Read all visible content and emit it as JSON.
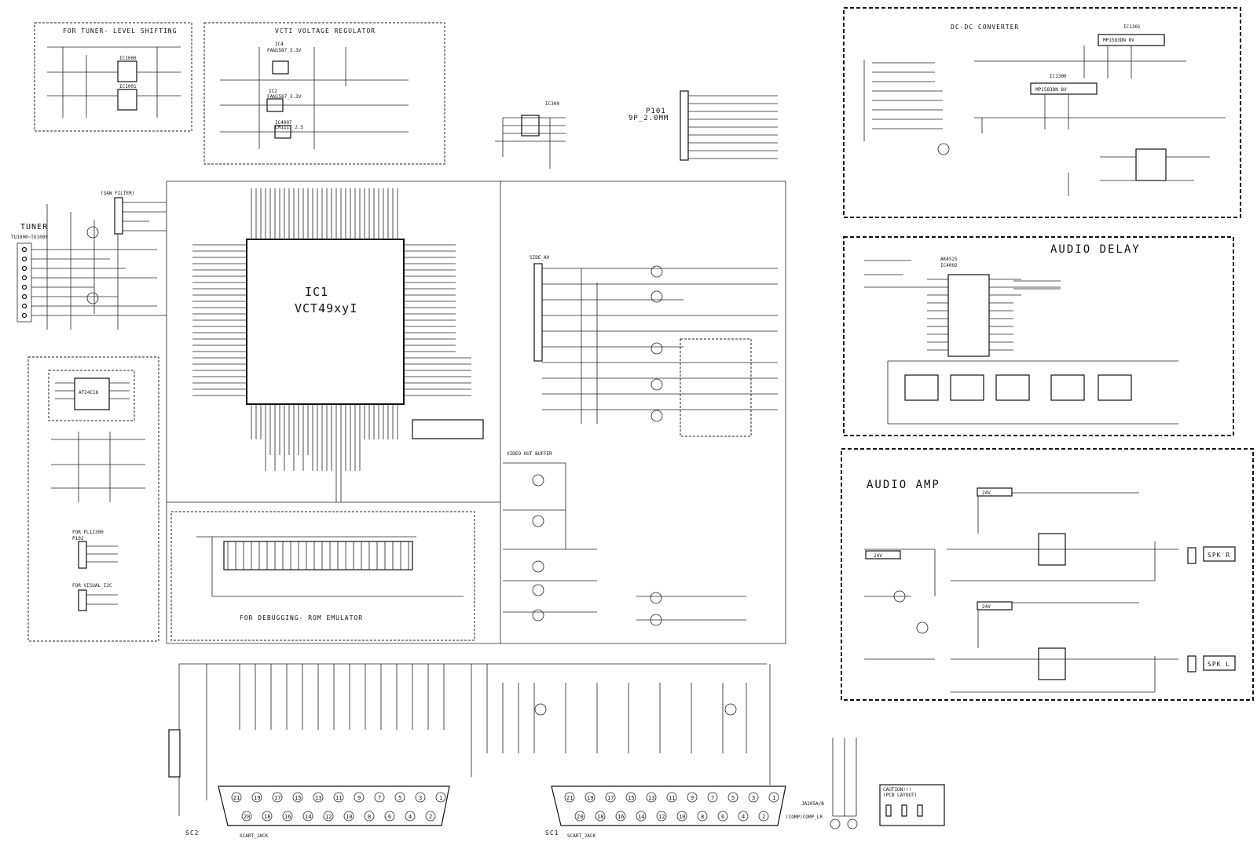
{
  "blocks": {
    "tuner_level_shifting": "FOR TUNER- LEVEL SHIFTING",
    "vcti_regulator": "VCTI VOLTAGE REGULATOR",
    "dc_dc": "DC-DC CONVERTER",
    "audio_delay": "AUDIO DELAY",
    "audio_amp": "AUDIO AMP",
    "video_out_buffer": "VIDEO OUT BUFFER",
    "debugging": "FOR DEBUGGING- ROM EMULATOR",
    "saw_filter": "(SAW FILTER)",
    "side_av": "SIDE_AV"
  },
  "components": {
    "ic1_ref": "IC1",
    "ic1_part": "VCT49xyI",
    "tuner": "TUNER",
    "tuner_ref": "TU1000~TU1000",
    "ic1000": "IC1000",
    "ic1001": "IC1001",
    "ic4": "IC4",
    "ic4_part": "FAN1587_3.3V",
    "ic2": "IC2",
    "ic2_part": "FAN1587_3.3V",
    "ic4007": "IC4007",
    "ic4007_part": "LM1117_2.5",
    "ic300": "IC300",
    "p101": "P101",
    "p101_part": "9P_2.0MM",
    "ic1301": "IC1301",
    "ic1300": "IC1300",
    "ic1301_part": "MP1583DN 8V",
    "ic1300_part": "MP1583DN 8V",
    "ak4525": "AK4525",
    "ic4002": "IC4002",
    "at24c16": "AT24C16",
    "for_fl12300": "FOR FL12300",
    "p102": "P102",
    "for_visual_i2c": "FOR VISUAL_I2C",
    "spk_r": "SPK R",
    "spk_l": "SPK L",
    "v24_1": "24V",
    "v24_2": "24V",
    "v24_3": "24V",
    "sc2": "SC2",
    "sc1": "SC1",
    "scart_jack_1": "SCART_JACK",
    "scart_jack_2": "SCART_JACK",
    "ja205": "JA205A/B",
    "comp_lr": "(COMP)COMP_LR",
    "caution": "CAUTION!!!",
    "pcb_layout": "(PCB LAYOUT)"
  },
  "scart_pins_top": [
    "21",
    "19",
    "17",
    "15",
    "13",
    "11",
    "9",
    "7",
    "5",
    "3",
    "1"
  ],
  "scart_pins_bottom": [
    "20",
    "18",
    "16",
    "14",
    "12",
    "10",
    "8",
    "6",
    "4",
    "2"
  ]
}
